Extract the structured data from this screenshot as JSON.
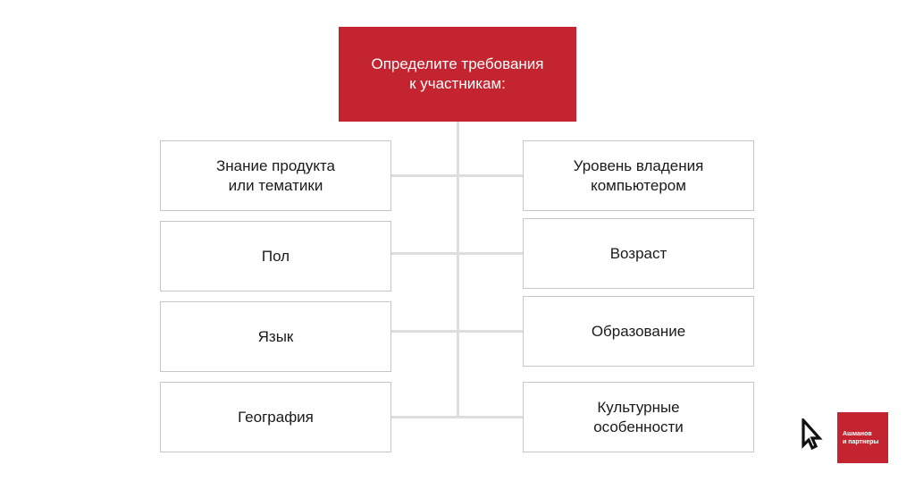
{
  "root": {
    "line1": "Определите требования",
    "line2": "к участникам:"
  },
  "left_items": [
    {
      "line1": "Знание продукта",
      "line2": "или тематики"
    },
    {
      "line1": "Пол",
      "line2": ""
    },
    {
      "line1": "Язык",
      "line2": ""
    },
    {
      "line1": "География",
      "line2": ""
    }
  ],
  "right_items": [
    {
      "line1": "Уровень владения",
      "line2": "компьютером"
    },
    {
      "line1": "Возраст",
      "line2": ""
    },
    {
      "line1": "Образование",
      "line2": ""
    },
    {
      "line1": "Культурные",
      "line2": "особенности"
    }
  ],
  "logo": {
    "line1": "Ашманов",
    "line2": "и партнеры"
  },
  "colors": {
    "accent": "#c4242f",
    "node_border": "#c6c6c6",
    "connector": "#dedede"
  }
}
